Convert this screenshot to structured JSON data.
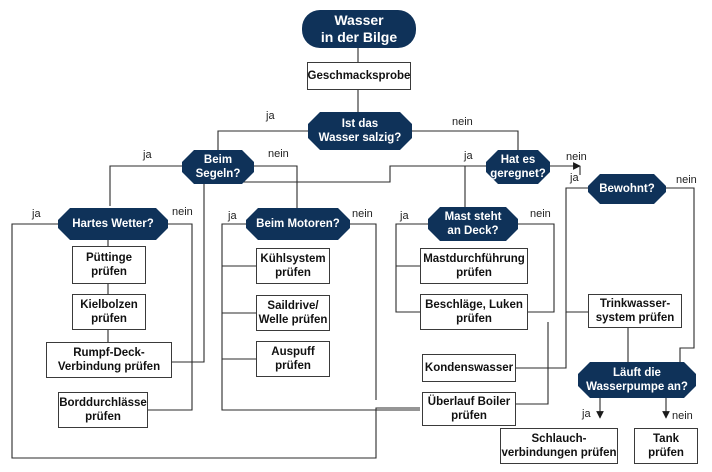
{
  "flowchart": {
    "start": "Wasser\nin der Bilge",
    "taste_test": "Geschmacksprobe",
    "q_salty": "Ist das\nWasser salzig?",
    "q_sailing": "Beim\nSegeln?",
    "q_rained": "Hat es\ngeregnet?",
    "q_rough_weather": "Hartes Wetter?",
    "q_motoring": "Beim Motoren?",
    "q_mast_on_deck": "Mast steht\nan Deck?",
    "q_inhabited": "Bewohnt?",
    "q_water_pump": "Läuft die\nWasserpumpe an?",
    "check_chainplates": "Püttinge\nprüfen",
    "check_keel_bolts": "Kielbolzen\nprüfen",
    "check_hull_deck_joint": "Rumpf-Deck-\nVerbindung prüfen",
    "check_through_hulls": "Borddurchlässe\nprüfen",
    "check_cooling_system": "Kühlsystem\nprüfen",
    "check_saildrive_shaft": "Saildrive/\nWelle prüfen",
    "check_exhaust": "Auspuff\nprüfen",
    "check_mast_step": "Mastdurchführung\nprüfen",
    "check_fittings_hatches": "Beschläge, Luken\nprüfen",
    "check_freshwater_system": "Trinkwasser-\nsystem prüfen",
    "condensation": "Kondenswasser",
    "check_boiler_overflow": "Überlauf Boiler\nprüfen",
    "check_hose_connections": "Schlauch-\nverbindungen prüfen",
    "check_tank": "Tank\nprüfen",
    "yes_label": "ja",
    "no_label": "nein"
  }
}
